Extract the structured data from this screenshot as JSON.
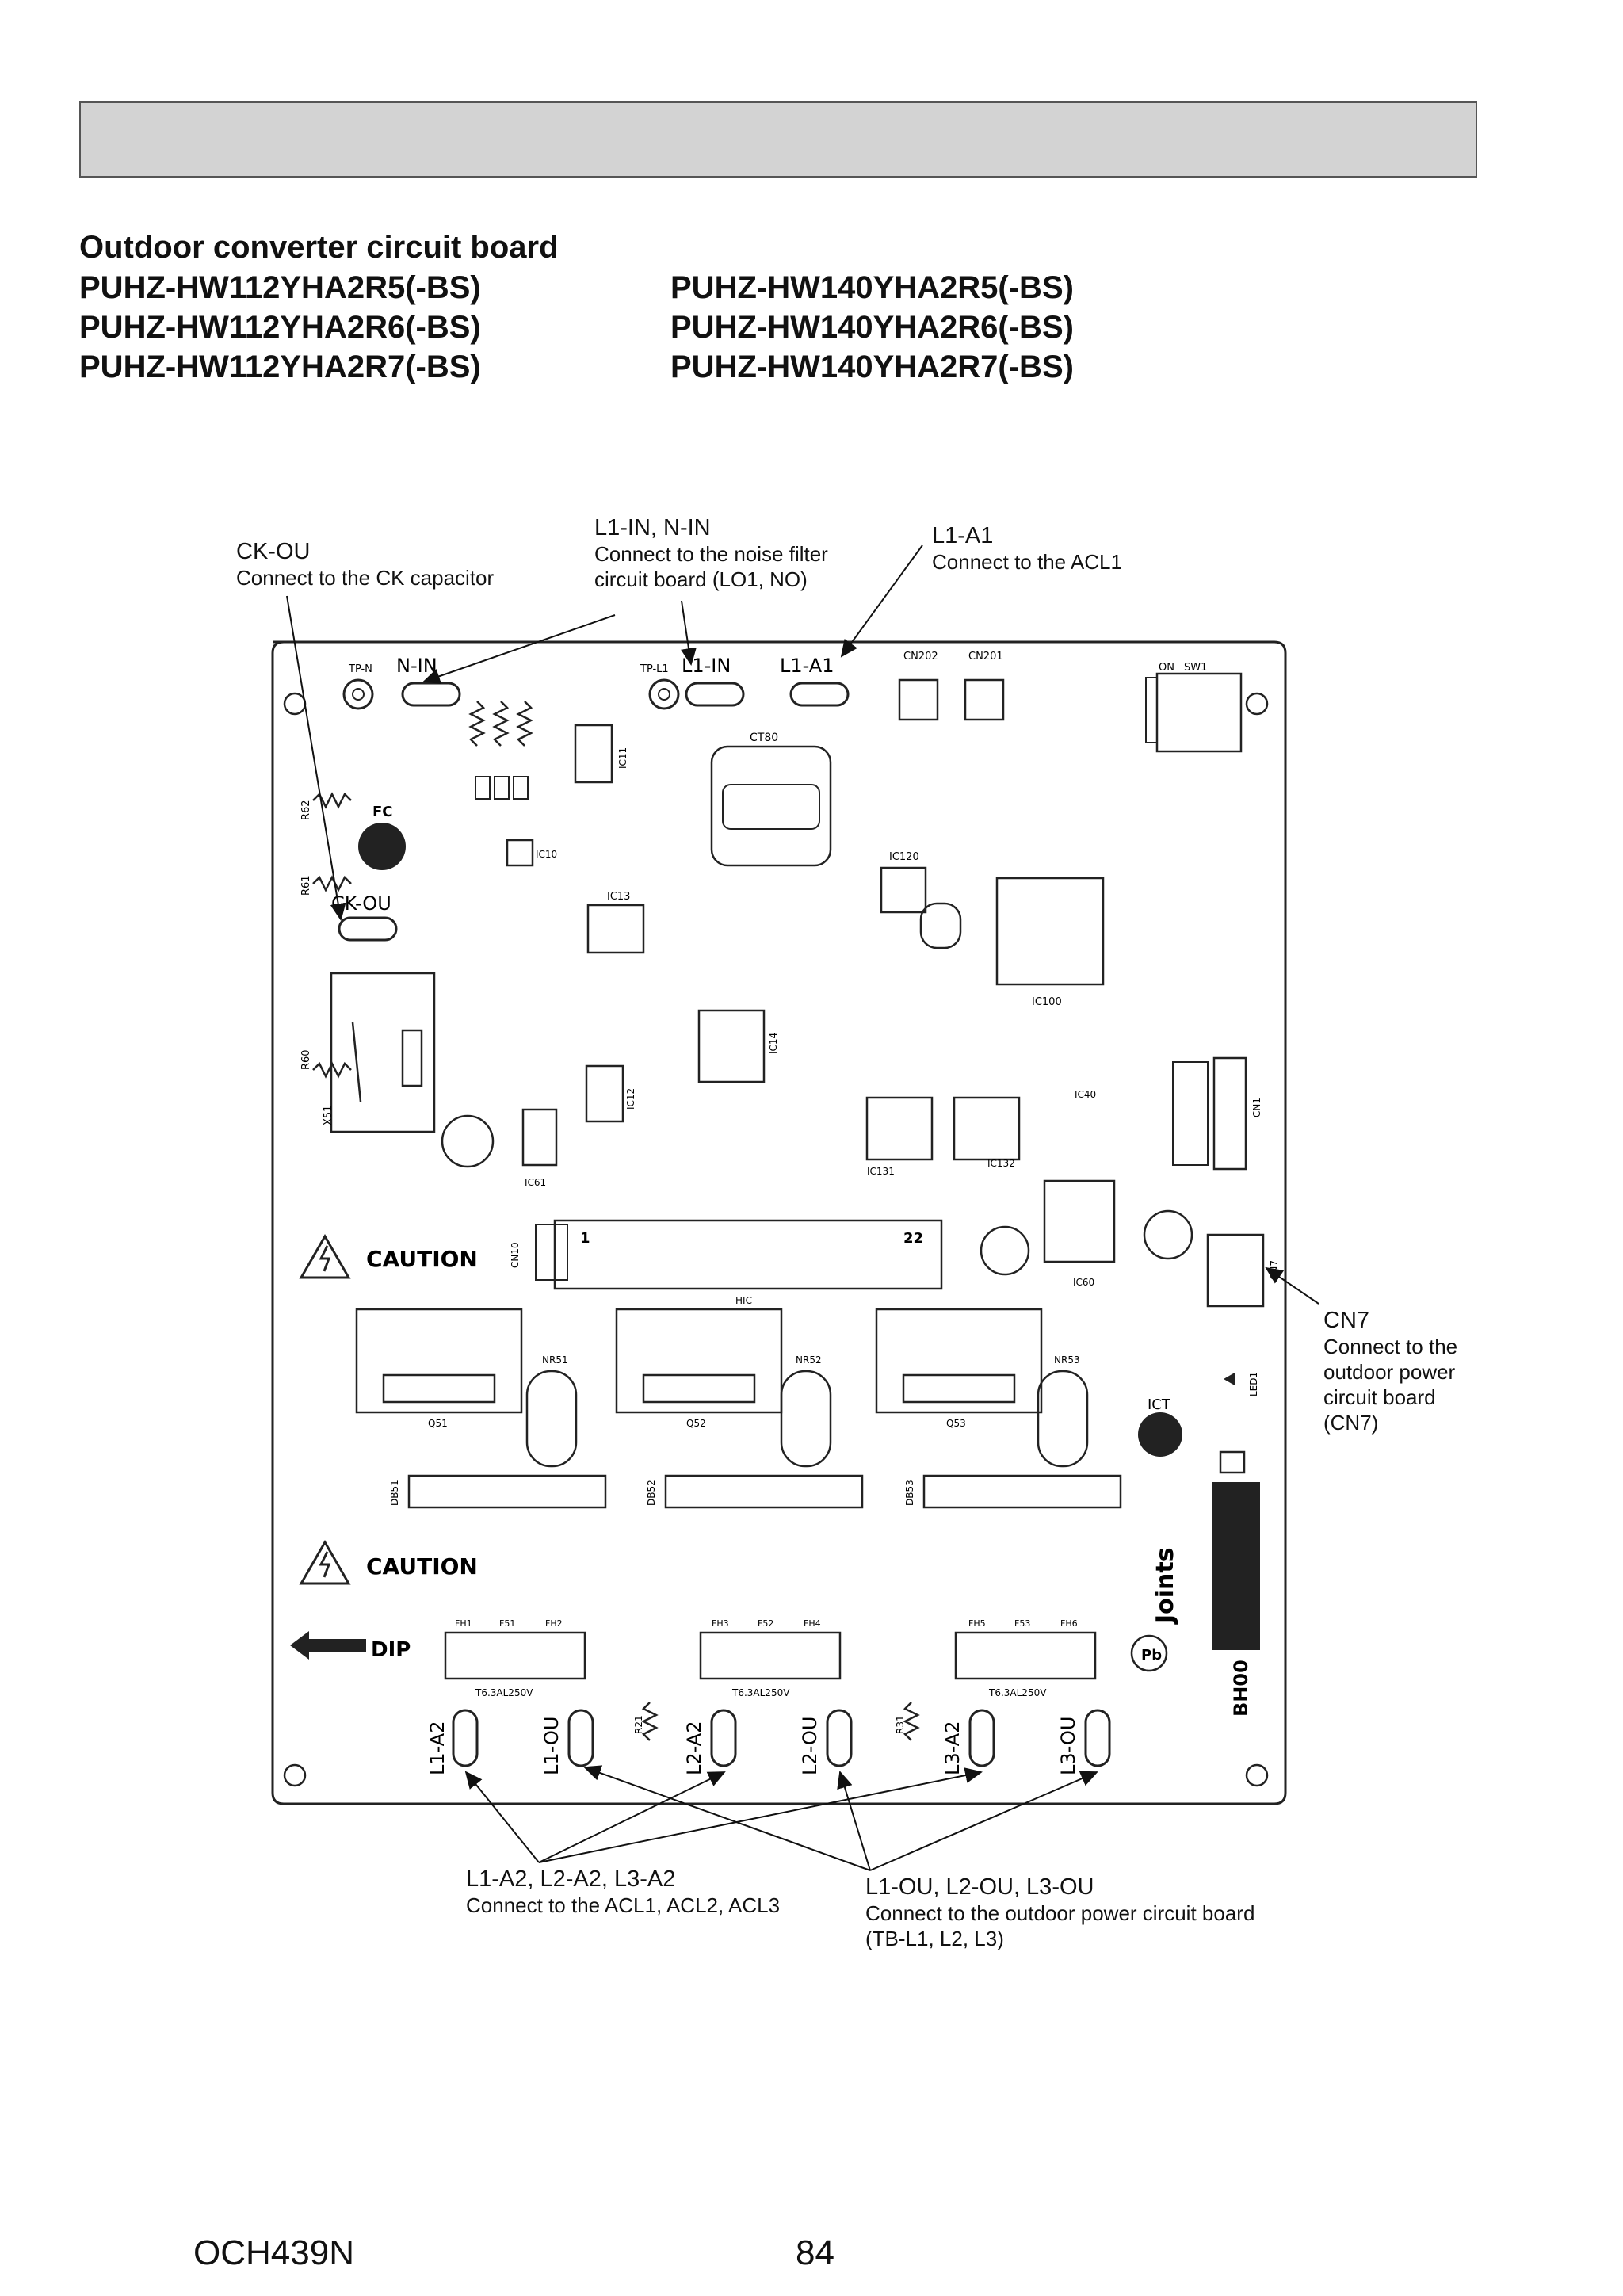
{
  "page": {
    "title": "Outdoor converter circuit board",
    "models_left": [
      "PUHZ-HW112YHA2R5(-BS)",
      "PUHZ-HW112YHA2R6(-BS)",
      "PUHZ-HW112YHA2R7(-BS)"
    ],
    "models_right": [
      "PUHZ-HW140YHA2R5(-BS)",
      "PUHZ-HW140YHA2R6(-BS)",
      "PUHZ-HW140YHA2R7(-BS)"
    ],
    "doc_code": "OCH439N",
    "page_number": "84"
  },
  "callouts": {
    "ckou": {
      "label": "CK-OU",
      "desc": "Connect to the CK capacitor"
    },
    "l1in": {
      "label": "L1-IN, N-IN",
      "desc1": "Connect to the noise filter",
      "desc2": "circuit board (LO1, NO)"
    },
    "l1a1": {
      "label": "L1-A1",
      "desc": "Connect to the ACL1"
    },
    "cn7": {
      "label": "CN7",
      "desc1": "Connect to the",
      "desc2": "outdoor power",
      "desc3": "circuit board",
      "desc4": "(CN7)"
    },
    "a2": {
      "label": "L1-A2, L2-A2, L3-A2",
      "desc": "Connect to the ACL1, ACL2, ACL3"
    },
    "ou": {
      "label": "L1-OU, L2-OU, L3-OU",
      "desc1": "Connect to the outdoor power circuit board",
      "desc2": "(TB-L1, L2, L3)"
    }
  },
  "board": {
    "terminals": {
      "tpn": "TP-N",
      "nin": "N-IN",
      "tpl1": "TP-L1",
      "l1in": "L1-IN",
      "l1a1": "L1-A1",
      "ckou": "CK-OU"
    },
    "connectors": {
      "cn202": "CN202",
      "cn201": "CN201",
      "sw1": "SW1",
      "on": "ON",
      "cn1": "CN1",
      "cn7": "CN7",
      "cn10": "CN10"
    },
    "ics": {
      "ct80": "CT80",
      "ic13": "IC13",
      "ic14": "IC14",
      "ic12": "IC12",
      "ic120": "IC120",
      "ic100": "IC100",
      "ic132": "IC132",
      "ic131": "IC131",
      "ic40": "IC40",
      "ic60": "IC60",
      "ic61": "IC61",
      "ic11": "IC11",
      "ic10": "IC10"
    },
    "parts": {
      "fc": "FC",
      "ict": "ICT",
      "hic": "HIC",
      "x51": "X51",
      "r60": "R60",
      "r61": "R61",
      "r62": "R62",
      "led1": "LED1",
      "bh00": "BH00",
      "joints": "Joints",
      "pb": "Pb"
    },
    "power": {
      "q51": "Q51",
      "q52": "Q52",
      "q53": "Q53",
      "nr51": "NR51",
      "nr52": "NR52",
      "nr53": "NR53",
      "db51": "DB51",
      "db52": "DB52",
      "db53": "DB53"
    },
    "fuses": {
      "fh1": "FH1",
      "f51": "F51",
      "fh2": "FH2",
      "fh3": "FH3",
      "f52": "F52",
      "fh4": "FH4",
      "fh5": "FH5",
      "f53": "F53",
      "fh6": "FH6",
      "rating": "T6.3AL250V"
    },
    "bottom_terminals": {
      "l1a2": "L1-A2",
      "l1ou": "L1-OU",
      "l2a2": "L2-A2",
      "l2ou": "L2-OU",
      "l3a2": "L3-A2",
      "l3ou": "L3-OU",
      "r21": "R21",
      "r31": "R31"
    },
    "warnings": {
      "caution": "CAUTION",
      "dip": "DIP"
    },
    "pins": {
      "one": "1",
      "twentytwo": "22"
    }
  }
}
